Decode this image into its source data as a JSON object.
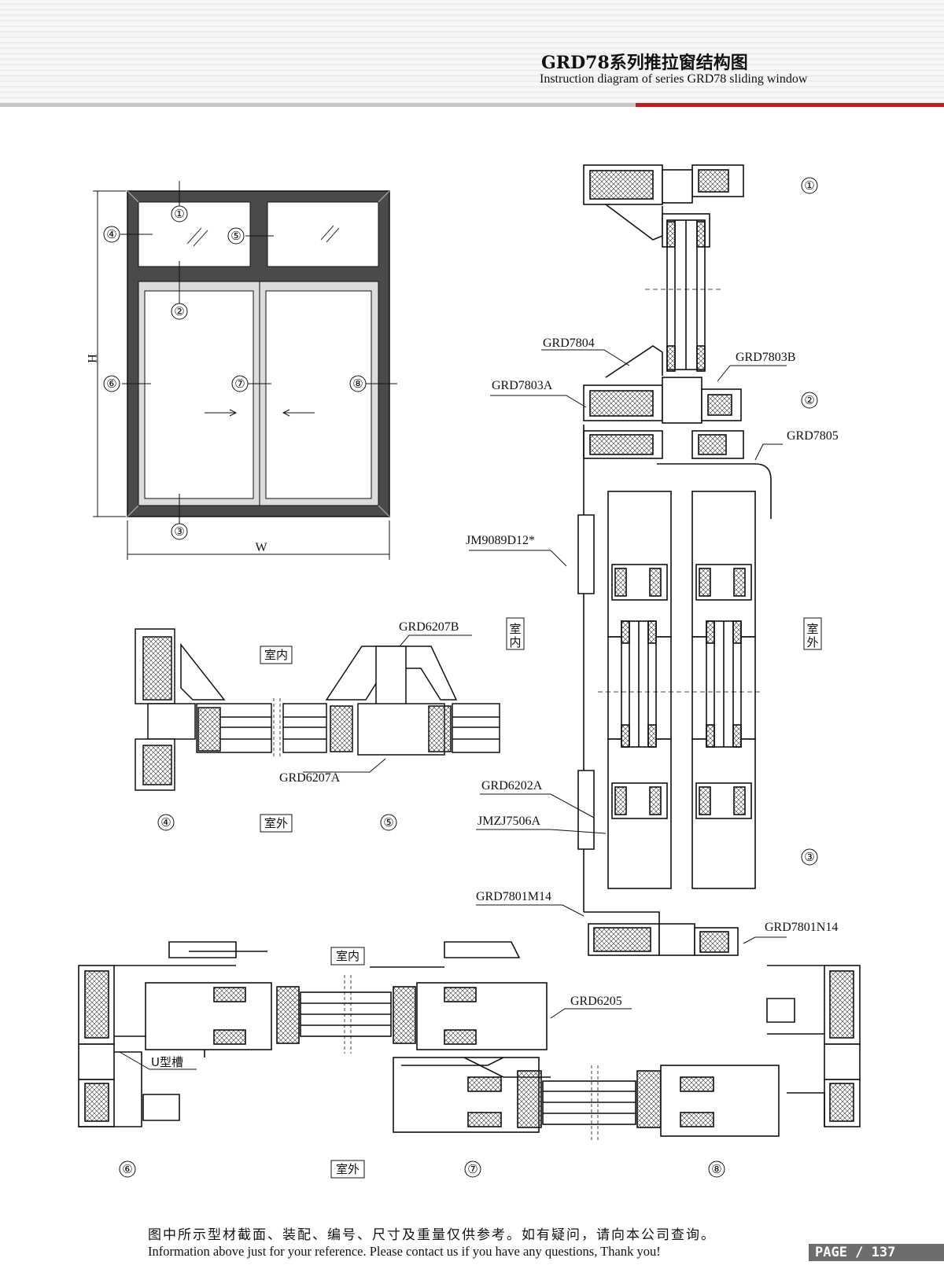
{
  "header": {
    "title_cn": "GRD78系列推拉窗结构图",
    "title_en": "Instruction diagram of series GRD78 sliding window"
  },
  "elevation": {
    "markers": [
      "①",
      "②",
      "③",
      "④",
      "⑤",
      "⑥",
      "⑦",
      "⑧"
    ],
    "dim_h": "H",
    "dim_w": "W"
  },
  "section_vertical": {
    "markers": [
      "①",
      "②",
      "③"
    ],
    "labels": {
      "grd7804": "GRD7804",
      "grd7803b": "GRD7803B",
      "grd7803a": "GRD7803A",
      "grd7805": "GRD7805",
      "jm9089d12": "JM9089D12*",
      "grd6202a": "GRD6202A",
      "jmzj7506a": "JMZJ7506A",
      "grd7801m14": "GRD7801M14",
      "grd7801n14": "GRD7801N14"
    },
    "indoor": "室内",
    "outdoor": "室外"
  },
  "section_transom": {
    "markers": [
      "④",
      "⑤"
    ],
    "grd6207b": "GRD6207B",
    "grd6207a": "GRD6207A",
    "indoor": "室内",
    "outdoor": "室外"
  },
  "section_horizontal": {
    "markers": [
      "⑥",
      "⑦",
      "⑧"
    ],
    "grd6205": "GRD6205",
    "u_groove": "U型槽",
    "indoor": "室内",
    "outdoor": "室外"
  },
  "footer": {
    "note_cn": "图中所示型材截面、装配、编号、尺寸及重量仅供参考。如有疑问，请向本公司查询。",
    "note_en": "Information above just for your reference. Please contact us if you have any questions, Thank you!",
    "page": "PAGE / 137"
  }
}
